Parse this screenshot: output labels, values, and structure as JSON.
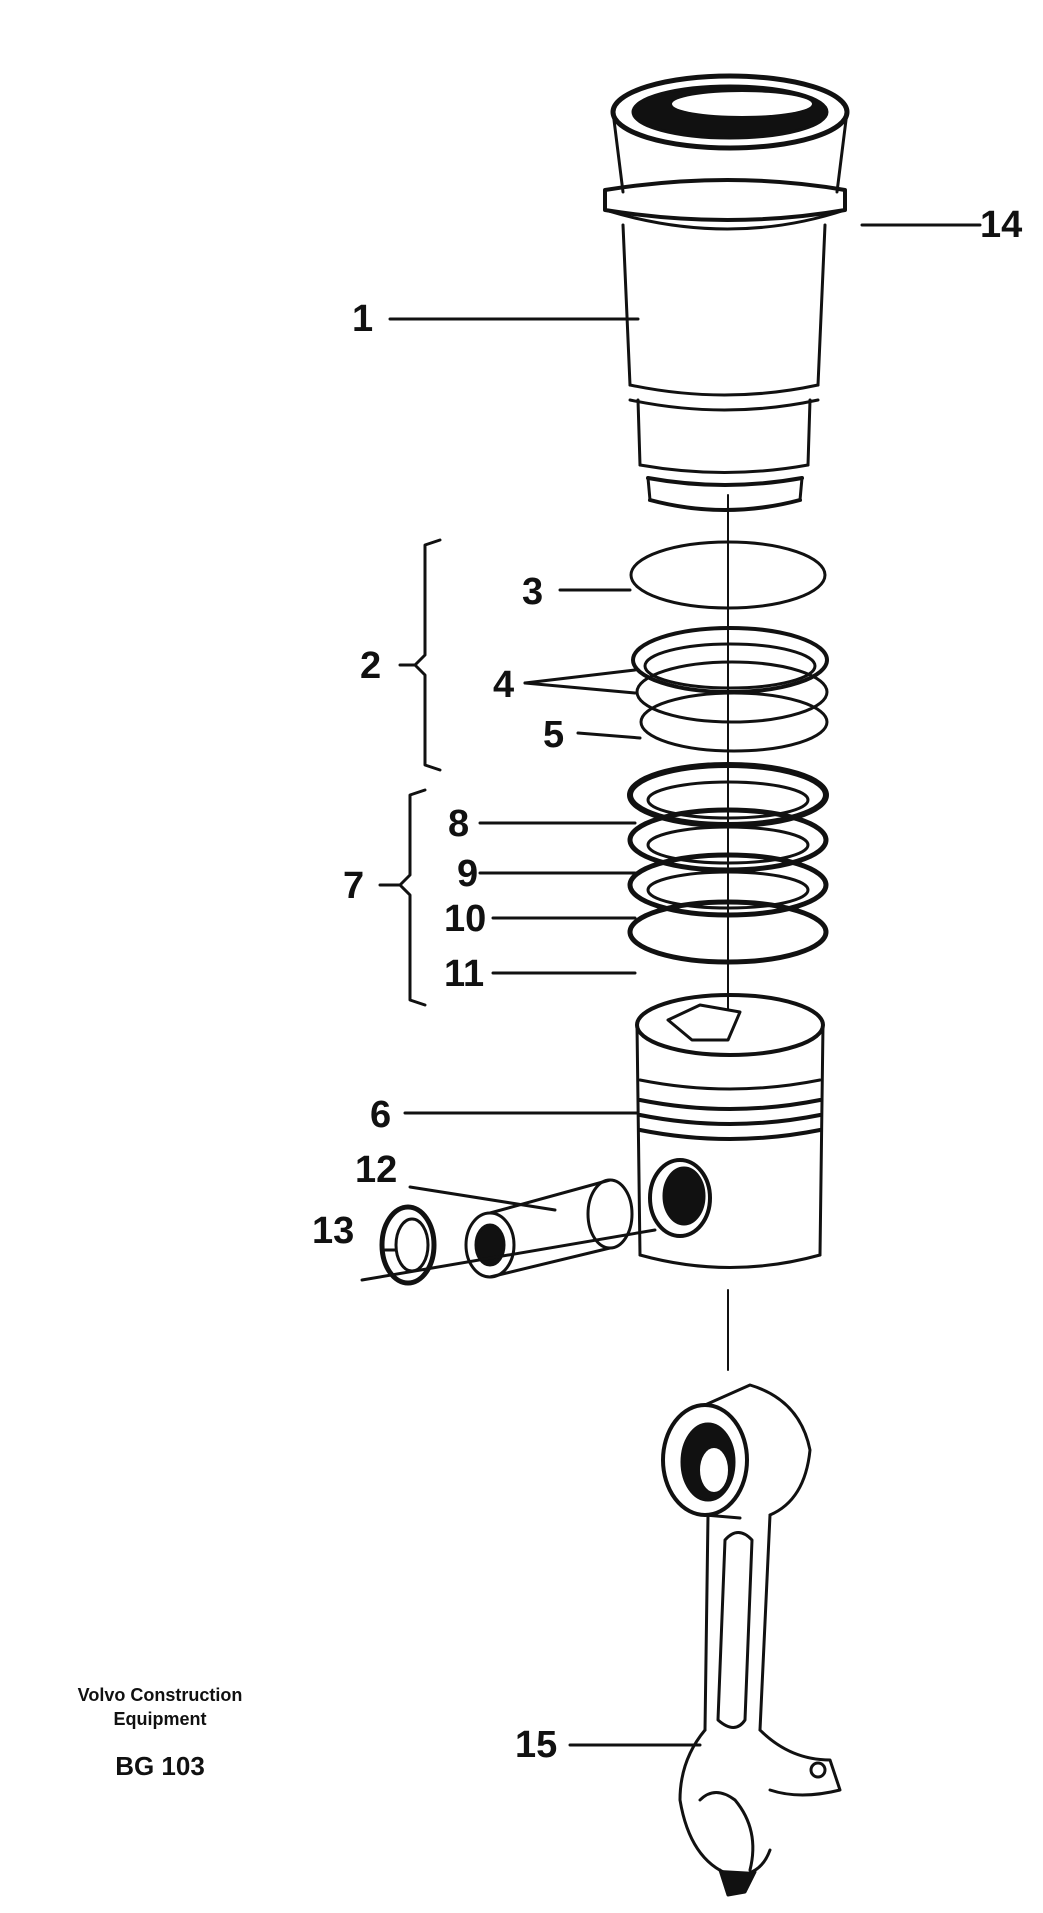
{
  "callouts": {
    "c1": "1",
    "c2": "2",
    "c3": "3",
    "c4": "4",
    "c5": "5",
    "c6": "6",
    "c7": "7",
    "c8": "8",
    "c9": "9",
    "c10": "10",
    "c11": "11",
    "c12": "12",
    "c13": "13",
    "c14": "14",
    "c15": "15"
  },
  "caption": {
    "line1": "Volvo Construction",
    "line2": "Equipment",
    "code": "BG 103"
  },
  "colors": {
    "ink": "#111111",
    "paper": "#ffffff"
  }
}
